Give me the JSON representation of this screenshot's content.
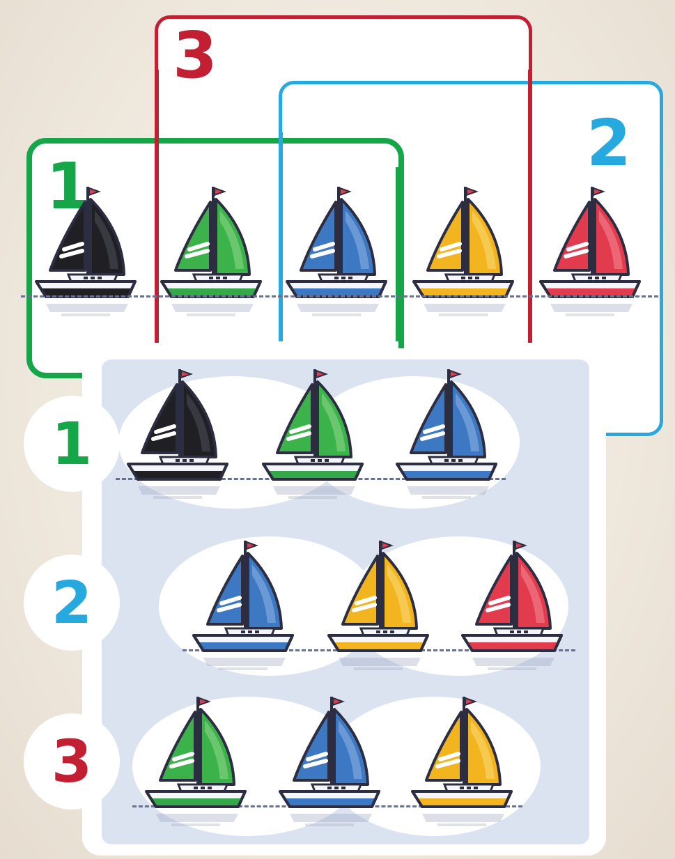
{
  "colors": {
    "group1": "#16a64a",
    "group2": "#26a9df",
    "group3": "#c21f33",
    "panel": "#dbe3f1"
  },
  "top_row": {
    "boats": [
      {
        "color": "black"
      },
      {
        "color": "green"
      },
      {
        "color": "blue"
      },
      {
        "color": "yellow"
      },
      {
        "color": "red"
      }
    ]
  },
  "brackets": [
    {
      "label": "1",
      "color": "#16a64a"
    },
    {
      "label": "2",
      "color": "#26a9df"
    },
    {
      "label": "3",
      "color": "#c21f33"
    }
  ],
  "answer_rows": [
    {
      "label": "1",
      "color": "#16a64a",
      "boats": [
        "black",
        "green",
        "blue"
      ]
    },
    {
      "label": "2",
      "color": "#26a9df",
      "boats": [
        "blue",
        "yellow",
        "red"
      ]
    },
    {
      "label": "3",
      "color": "#c21f33",
      "boats": [
        "green",
        "blue",
        "yellow"
      ]
    }
  ],
  "boat_palette": {
    "black": {
      "sail": "#1f1f24",
      "sail_light": "#45464f",
      "hull": "#1f1f24"
    },
    "green": {
      "sail": "#3cb34a",
      "sail_light": "#7fd07c",
      "hull": "#35a84a"
    },
    "blue": {
      "sail": "#3d78c3",
      "sail_light": "#7ea7de",
      "hull": "#3d78c3"
    },
    "yellow": {
      "sail": "#f2b51f",
      "sail_light": "#f8d265",
      "hull": "#f2b51f"
    },
    "red": {
      "sail": "#e23b4d",
      "sail_light": "#f07a86",
      "hull": "#e23b4d"
    }
  }
}
